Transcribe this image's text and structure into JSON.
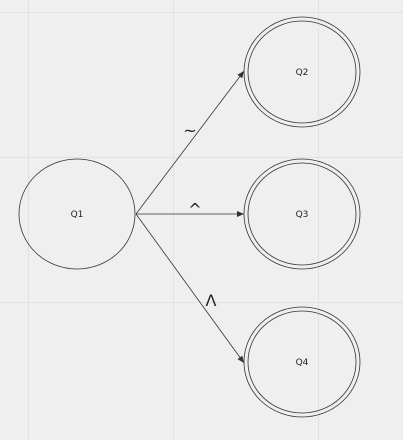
{
  "diagram": {
    "nodes": [
      {
        "id": "q1",
        "label": "Q1",
        "accepting": false
      },
      {
        "id": "q2",
        "label": "Q2",
        "accepting": true
      },
      {
        "id": "q3",
        "label": "Q3",
        "accepting": true
      },
      {
        "id": "q4",
        "label": "Q4",
        "accepting": true
      }
    ],
    "edges": [
      {
        "from": "q1",
        "to": "q2",
        "label": "~"
      },
      {
        "from": "q1",
        "to": "q3",
        "label": "^"
      },
      {
        "from": "q1",
        "to": "q4",
        "label": "Λ"
      }
    ],
    "colors": {
      "stroke": "#333333",
      "background": "#efefef",
      "grid": "#e2e2e2"
    }
  }
}
